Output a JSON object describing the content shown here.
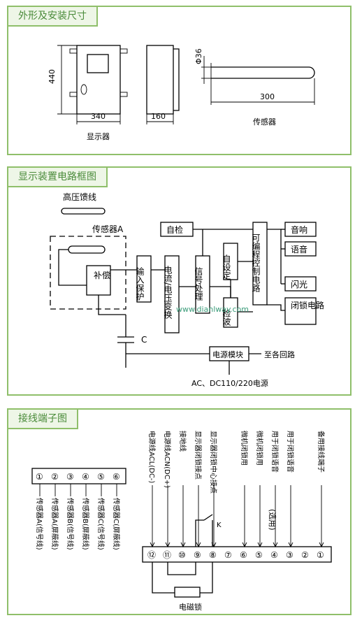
{
  "section1": {
    "title": "外形及安装尺寸",
    "dim_height": "440",
    "dim_width": "340",
    "dim_depth": "160",
    "dim_diameter": "Φ36",
    "dim_length": "300",
    "caption_display": "显示器",
    "caption_sensor": "传感器"
  },
  "section2": {
    "title": "显示装置电路框图",
    "hv_line": "高压馈线",
    "sensor_a": "传感器A",
    "compensation": "补偿",
    "input_protect": "输入保护",
    "cv_convert": "电流/电压变换",
    "signal_proc": "信号处理",
    "self_test": "自检",
    "self_set": "自设定",
    "detect": "检波",
    "plc": "可编程控制电路",
    "sound": "音响",
    "voice": "语音",
    "flash": "闪光",
    "lock": "闭锁电路",
    "power_module": "电源模块",
    "to_loops": "至各回路",
    "power_supply": "AC、DC110/220电源",
    "cap": "C",
    "watermark": "www.dianlway.com"
  },
  "section3": {
    "title": "接线端子图",
    "left_terminals": [
      "①",
      "②",
      "③",
      "④",
      "⑤",
      "⑥"
    ],
    "left_labels": [
      "传感器A(信号线)",
      "传感器A(屏蔽线)",
      "传感器B(信号线)",
      "传感器B(屏蔽线)",
      "传感器C(信号线)",
      "传感器C(屏蔽线)"
    ],
    "right_terminals": [
      "⑫",
      "⑪",
      "⑩",
      "⑨",
      "⑧",
      "⑦",
      "⑥",
      "⑤",
      "④",
      "③",
      "②",
      "①"
    ],
    "right_labels": [
      "电源线ACL(DC-)",
      "电源线ACN(DC+)",
      "接地线",
      "显示器闭锁接点",
      "显示器闭锁中心接点",
      "",
      "微机闭锁用",
      "微机闭锁用",
      "用于闭锁语音",
      "用于闭锁语音",
      "",
      "备用接线端子"
    ],
    "optional": "(选用)",
    "relay_k": "K",
    "magnet_lock": "电磁锁"
  }
}
